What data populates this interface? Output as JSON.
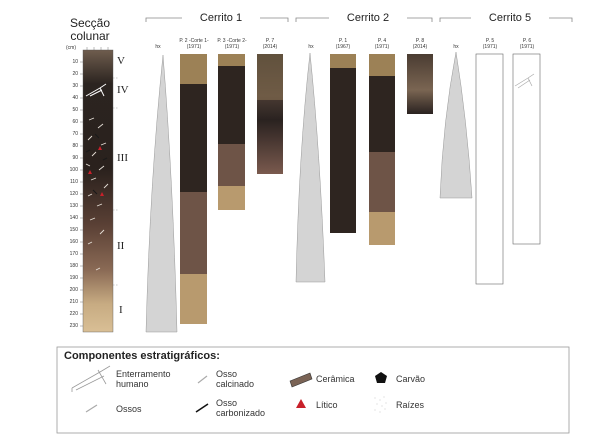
{
  "section": {
    "title_line1": "Secção",
    "title_line2": "colunar",
    "unit": "(cm)",
    "ticks": [
      "10",
      "20",
      "30",
      "40",
      "50",
      "60",
      "70",
      "80",
      "90",
      "100",
      "110",
      "120",
      "130",
      "140",
      "150",
      "160",
      "170",
      "180",
      "190",
      "200",
      "210",
      "220",
      "230"
    ],
    "layers": [
      "V",
      "IV",
      "III",
      "II",
      "I"
    ]
  },
  "groups": [
    {
      "name": "Cerrito 1"
    },
    {
      "name": "Cerrito 2"
    },
    {
      "name": "Cerrito 5"
    }
  ],
  "columns": {
    "c1_hx": "hx",
    "c1_p2": [
      "P. 2 -Corte 1-",
      "(1971)"
    ],
    "c1_p3": [
      "P. 3 -Corte 2-",
      "(1971)"
    ],
    "c1_p7": [
      "P. 7",
      "(2014)"
    ],
    "c2_hx": "hx",
    "c2_p1": [
      "P. 1",
      "(1967)"
    ],
    "c2_p4": [
      "P. 4",
      "(1971)"
    ],
    "c2_p8": [
      "P. 8",
      "(2014)"
    ],
    "c5_hx": "hx",
    "c5_p5": [
      "P. 5",
      "(1971)"
    ],
    "c5_p6": [
      "P. 6",
      "(1971)"
    ]
  },
  "legend": {
    "title": "Componentes estratigráficos:",
    "items": {
      "human_burial": [
        "Enterramento",
        "humano"
      ],
      "bones": "Ossos",
      "calcined": [
        "Osso",
        "calcinado"
      ],
      "carbonized": [
        "Osso",
        "carbonizado"
      ],
      "ceramic": "Cerâmica",
      "lithic": "Lítico",
      "charcoal": "Carvão",
      "roots": "Raízes"
    }
  },
  "colors": {
    "sand": "#b89a6e",
    "dark": "#2e2520",
    "brown": "#6e5447",
    "mid_brown": "#4a3a33",
    "hx_gray": "#d4d4d4",
    "lithic_red": "#c8202a"
  }
}
